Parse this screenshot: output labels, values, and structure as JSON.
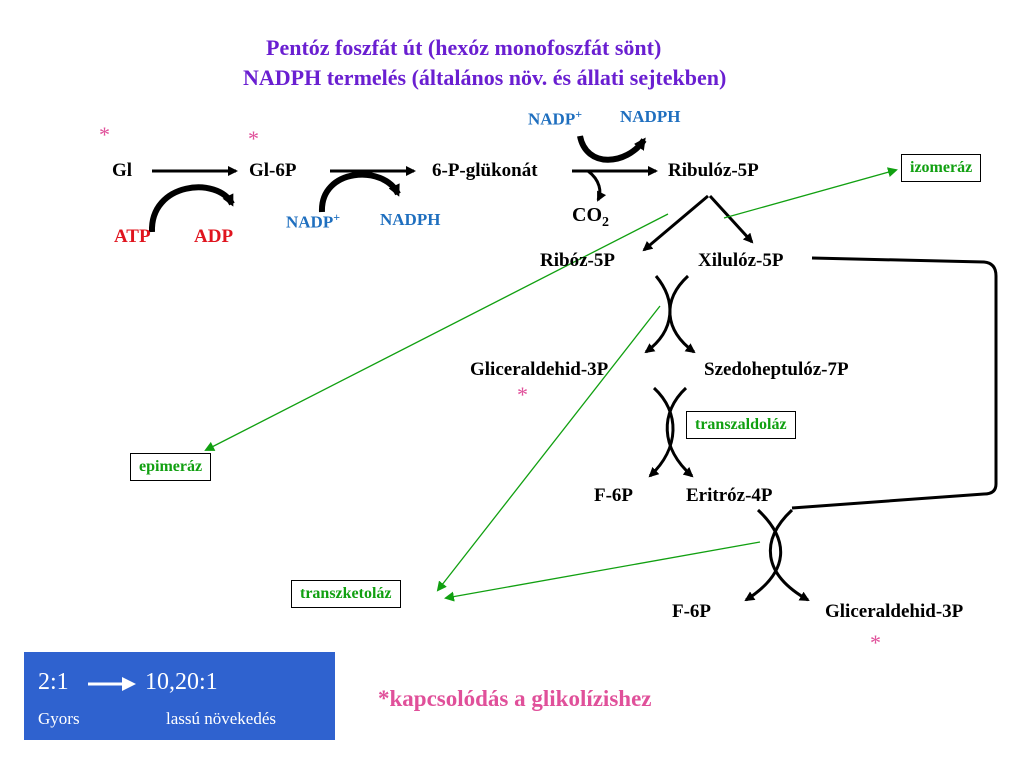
{
  "title": {
    "line1": "Pentóz foszfát út (hexóz monofoszfát sönt)",
    "line2": "NADPH termelés (általános növ. és állati sejtekben)"
  },
  "metabolites": {
    "gl": "Gl",
    "gl6p": "Gl-6P",
    "glukonat": "6-P-glükonát",
    "ribuloz5p": "Ribulóz-5P",
    "riboz5p": "Ribóz-5P",
    "xiluloz5p": "Xilulóz-5P",
    "glicaldehid3p_1": "Gliceraldehid-3P",
    "szedoheptuloz7p": "Szedoheptulóz-7P",
    "f6p_1": "F-6P",
    "eritroz4p": "Eritróz-4P",
    "f6p_2": "F-6P",
    "glicaldehid3p_2": "Gliceraldehid-3P"
  },
  "cofactors": {
    "atp": "ATP",
    "adp": "ADP",
    "nadp_1": "NADP",
    "nadp_1_sup": "+",
    "nadph_1": "NADPH",
    "nadp_2": "NADP",
    "nadp_2_sup": "+",
    "nadph_2": "NADPH",
    "co2": "CO",
    "co2_sub": "2"
  },
  "enzymes": {
    "izomeraz": "izomeráz",
    "epimeraz": "epimeráz",
    "transzaldolaz": "transzaldoláz",
    "transzketolaz": "transzketoláz"
  },
  "stars": {
    "s1": "*",
    "s2": "*",
    "s3": "*",
    "s4": "*"
  },
  "legend": {
    "ratio_from": "2:1",
    "ratio_to": "10,20:1",
    "label_left": "Gyors",
    "label_right": "lassú növekedés"
  },
  "footnote": "*kapcsolódás a glikolízishez",
  "colors": {
    "title": "#6a1fd1",
    "cofactor_blue": "#1f6fbf",
    "cofactor_red": "#e0141e",
    "enzyme_green": "#11a011",
    "star_pink": "#e0509a",
    "legend_bg": "#2f62cf"
  }
}
